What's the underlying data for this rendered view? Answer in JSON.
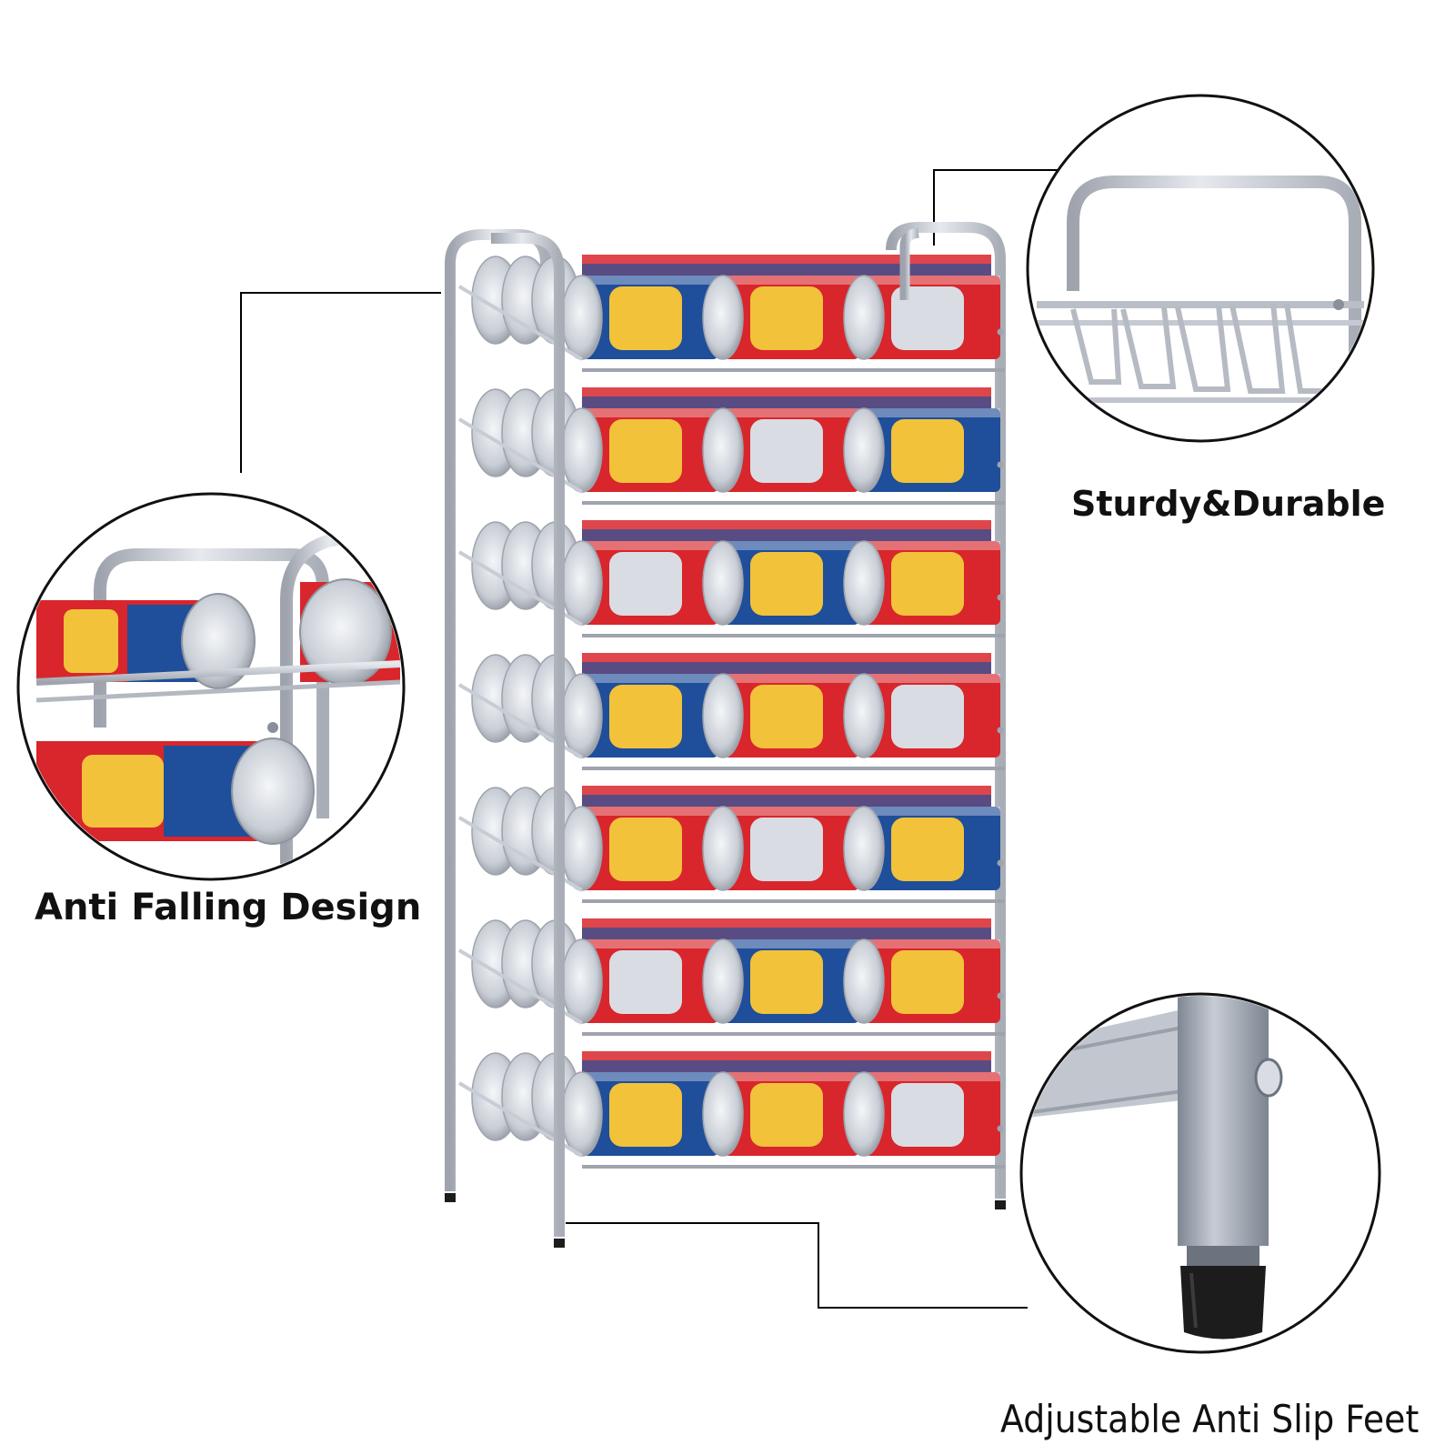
{
  "captions": {
    "sturdy": "Sturdy&Durable",
    "anti_falling": "Anti Falling Design",
    "anti_slip_feet": "Adjustable Anti Slip Feet"
  },
  "colors": {
    "frame_silver": "#c8ccd4",
    "frame_shadow": "#9ea3ad",
    "can_red": "#d8262c",
    "can_blue": "#1f4e9a",
    "can_yellow": "#f2c23a",
    "can_silver": "#d9dde3",
    "callout_line": "#000000",
    "foot_black": "#1c1c1c"
  },
  "product": {
    "tiers": 7,
    "cans_per_tier_front": 3
  }
}
